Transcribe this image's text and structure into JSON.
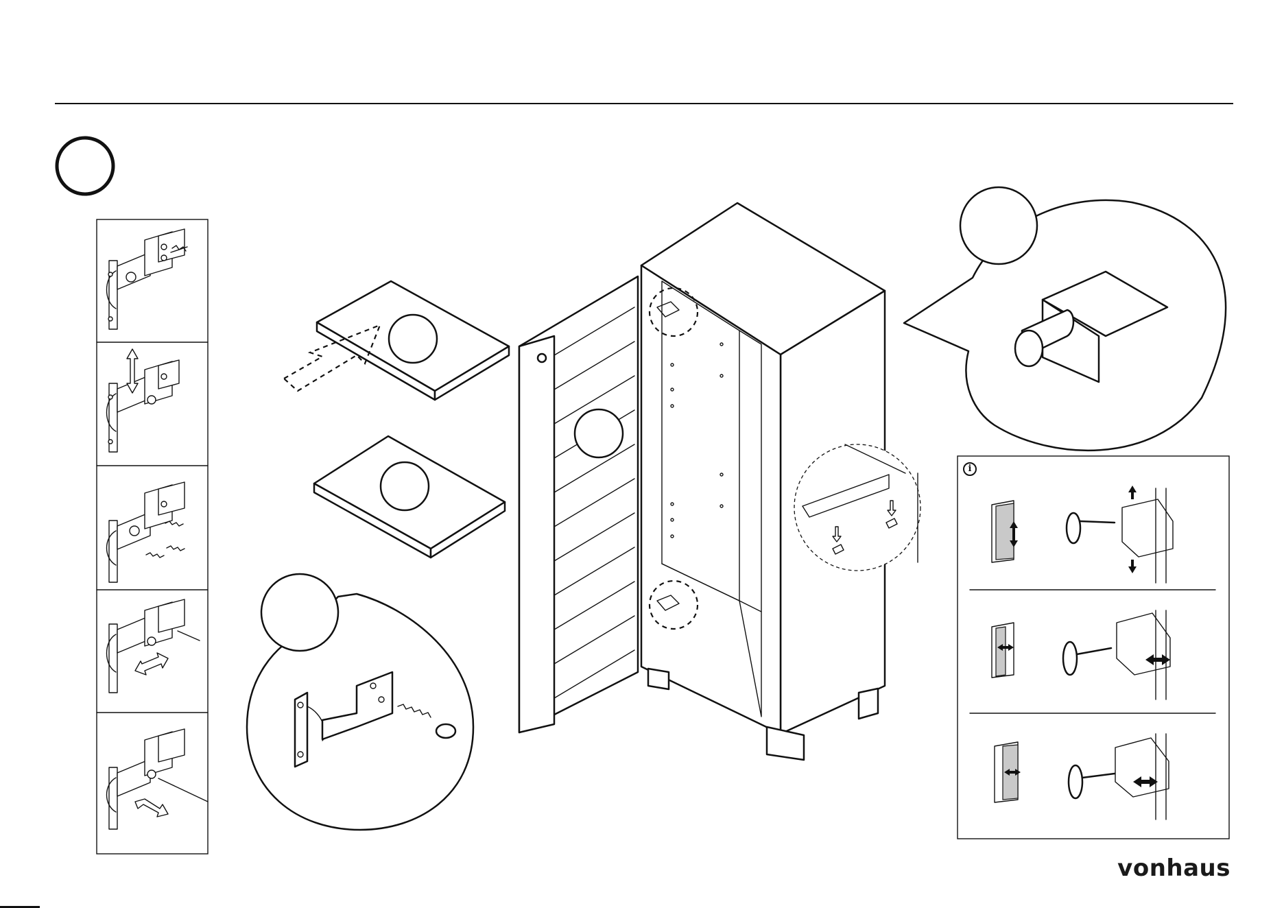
{
  "brand": {
    "name": "vonhaus"
  },
  "info_panel": {
    "icon": "info-icon",
    "icon_glyph": "i",
    "rows": 3
  },
  "hinge_steps": {
    "count": 5
  }
}
